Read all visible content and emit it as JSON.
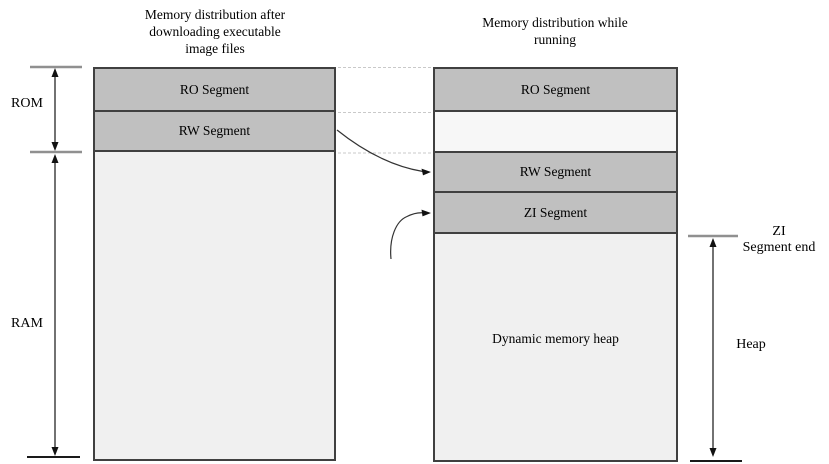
{
  "titles": {
    "left": {
      "lines": [
        "Memory distribution after",
        "downloading executable",
        "image files"
      ]
    },
    "right": {
      "lines": [
        "Memory distribution while",
        "running"
      ]
    }
  },
  "left_column": {
    "ro_label": "RO Segment",
    "rw_label": "RW Segment"
  },
  "right_column": {
    "ro_label": "RO Segment",
    "rw_label": "RW Segment",
    "zi_label": "ZI Segment",
    "heap_label": "Dynamic memory heap"
  },
  "annotations": {
    "rom_label": "ROM",
    "ram_label": "RAM",
    "zi_end_lines": [
      "ZI",
      "Segment end"
    ],
    "heap_label": "Heap"
  },
  "colors": {
    "segment_dark": "#c0c0c0",
    "segment_light": "#f0f0f0",
    "gap_light": "#f7f7f7",
    "box_border": "#404040",
    "arrow_black": "#1a1a1a",
    "tick_gray": "#909090",
    "dash_gray": "#c9c9c9"
  }
}
